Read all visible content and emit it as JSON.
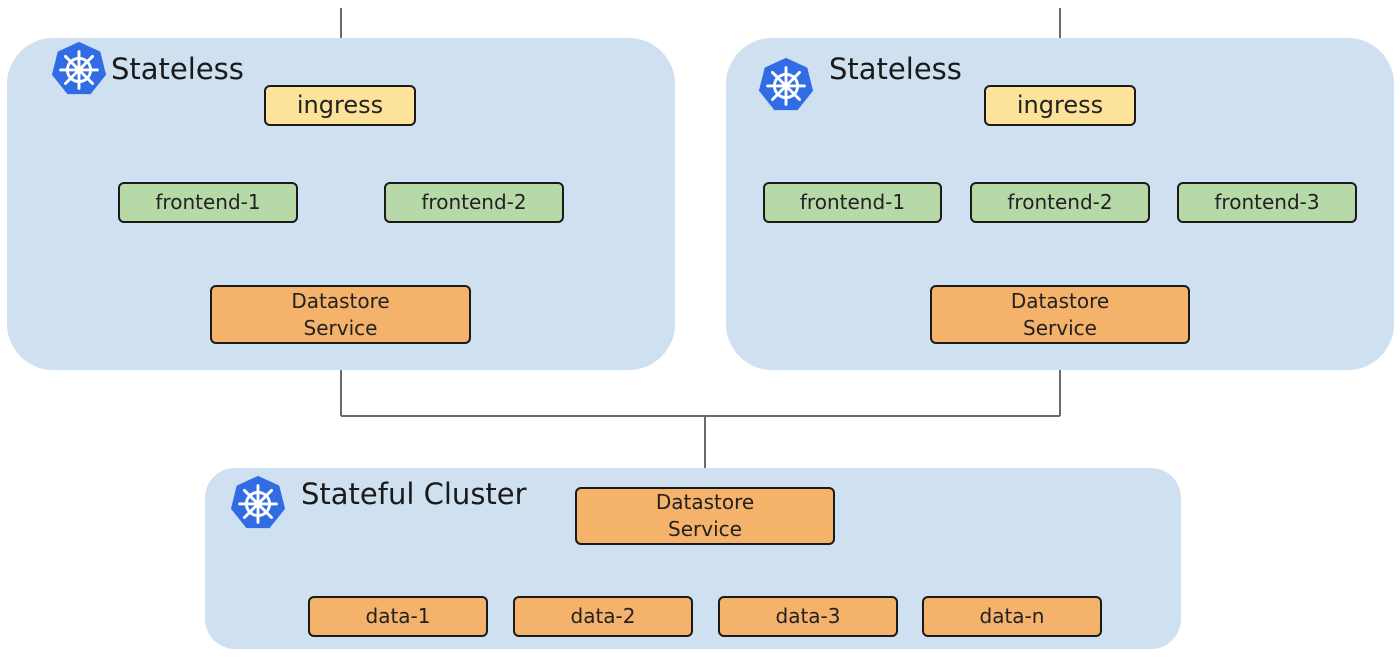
{
  "colors": {
    "cluster_bg": "#cfe0f1",
    "ingress": "#fde39a",
    "frontend": "#b7d9a8",
    "datastore": "#f4b26b",
    "wire": "#6b6b6b",
    "k8s_logo": "#326ce5"
  },
  "icons": {
    "cluster_logo": "kubernetes-helm-icon"
  },
  "left_cluster": {
    "title": "Stateless",
    "ingress": "ingress",
    "frontends": [
      "frontend-1",
      "frontend-2"
    ],
    "datastore": "Datastore\nService"
  },
  "right_cluster": {
    "title": "Stateless",
    "ingress": "ingress",
    "frontends": [
      "frontend-1",
      "frontend-2",
      "frontend-3"
    ],
    "datastore": "Datastore\nService"
  },
  "stateful_cluster": {
    "title": "Stateful Cluster",
    "datastore": "Datastore\nService",
    "data_nodes": [
      "data-1",
      "data-2",
      "data-3",
      "data-n"
    ]
  }
}
